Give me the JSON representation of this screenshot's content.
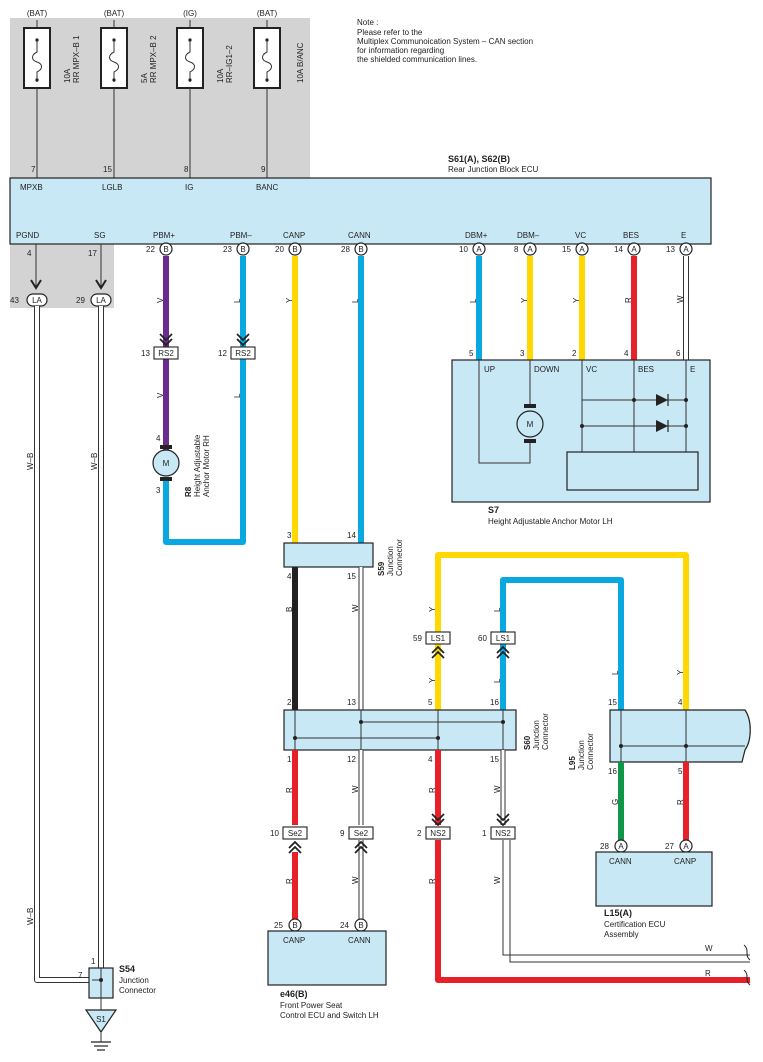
{
  "note": {
    "title": "Note :",
    "lines": [
      "Please refer to the",
      "Multiplex Communoication System – CAN section",
      "for information regarding",
      "the shielded communication lines."
    ]
  },
  "fuses": [
    {
      "supply": "(BAT)",
      "amp": "10A",
      "name": "RR MPX–B 1",
      "pin": "7",
      "terminal": "MPXB"
    },
    {
      "supply": "(BAT)",
      "amp": "5A",
      "name": "RR MPX–B 2",
      "pin": "15",
      "terminal": "LGLB"
    },
    {
      "supply": "(IG)",
      "amp": "10A",
      "name": "RR–IG1–2",
      "pin": "8",
      "terminal": "IG"
    },
    {
      "supply": "(BAT)",
      "amp": "10A B/ANC",
      "name": "",
      "pin": "9",
      "terminal": "BANC"
    }
  ],
  "ecu": {
    "id": "S61(A), S62(B)",
    "name": "Rear Junction Block ECU",
    "bottom_terminals": [
      {
        "label": "PGND",
        "pin": "4",
        "tag": ""
      },
      {
        "label": "SG",
        "pin": "17",
        "tag": ""
      },
      {
        "label": "PBM+",
        "pin": "22",
        "tag": "B"
      },
      {
        "label": "PBM–",
        "pin": "23",
        "tag": "B"
      },
      {
        "label": "CANP",
        "pin": "20",
        "tag": "B"
      },
      {
        "label": "CANN",
        "pin": "28",
        "tag": "B"
      },
      {
        "label": "DBM+",
        "pin": "10",
        "tag": "A"
      },
      {
        "label": "DBM–",
        "pin": "8",
        "tag": "A"
      },
      {
        "label": "VC",
        "pin": "15",
        "tag": "A"
      },
      {
        "label": "BES",
        "pin": "14",
        "tag": "A"
      },
      {
        "label": "E",
        "pin": "13",
        "tag": "A"
      }
    ]
  },
  "la_pins": [
    {
      "pin": "43",
      "tag": "LA"
    },
    {
      "pin": "29",
      "tag": "LA"
    }
  ],
  "wire_colors": {
    "purple": "#6b2a8f",
    "blue": "#0aa8e0",
    "yellow": "#ffd800",
    "red": "#e8202a",
    "black": "#222222",
    "white": "#ffffff",
    "green": "#109648",
    "gray": "#d3d3d3"
  },
  "wire_labels": {
    "wb": "W–B",
    "v": "V",
    "l": "L",
    "y": "Y",
    "r": "R",
    "w": "W",
    "b": "B",
    "g": "G"
  },
  "rs2": {
    "tag": "RS2",
    "pins": [
      "13",
      "12"
    ]
  },
  "r8": {
    "id": "R8",
    "name1": "Height Adjustable",
    "name2": "Anchor Motor RH",
    "pin_top": "4",
    "pin_bot": "3",
    "motor": "M"
  },
  "s7": {
    "id": "S7",
    "name": "Height Adjustable Anchor Motor LH",
    "terminals": [
      {
        "label": "UP",
        "pin": "5"
      },
      {
        "label": "DOWN",
        "pin": "3"
      },
      {
        "label": "VC",
        "pin": "2"
      },
      {
        "label": "BES",
        "pin": "4"
      },
      {
        "label": "E",
        "pin": "6"
      }
    ],
    "motor": "M"
  },
  "s59": {
    "id": "S59",
    "name1": "Junction",
    "name2": "Connector",
    "pins_top": [
      "3",
      "14"
    ],
    "pins_bot": [
      "4",
      "15"
    ]
  },
  "ls1": {
    "tag": "LS1",
    "pins": [
      "59",
      "60"
    ]
  },
  "s60": {
    "id": "S60",
    "name1": "Junction",
    "name2": "Connector",
    "pins_top": [
      "2",
      "13",
      "5",
      "16"
    ],
    "pins_bot": [
      "1",
      "12",
      "4",
      "15"
    ]
  },
  "l95": {
    "id": "L95",
    "name1": "Junction",
    "name2": "Connector",
    "pins_top": [
      "15",
      "4"
    ],
    "pins_bot": [
      "16",
      "5"
    ]
  },
  "se2": {
    "tag": "Se2",
    "pins": [
      "10",
      "9"
    ]
  },
  "ns2": {
    "tag": "NS2",
    "pins": [
      "2",
      "1"
    ]
  },
  "e46": {
    "id": "e46(B)",
    "name1": "Front Power Seat",
    "name2": "Control ECU and Switch LH",
    "terminals": [
      {
        "label": "CANP",
        "pin": "25",
        "tag": "B"
      },
      {
        "label": "CANN",
        "pin": "24",
        "tag": "B"
      }
    ]
  },
  "l15": {
    "id": "L15(A)",
    "name1": "Certification ECU",
    "name2": "Assembly",
    "terminals": [
      {
        "label": "CANN",
        "pin": "28",
        "tag": "A"
      },
      {
        "label": "CANP",
        "pin": "27",
        "tag": "A"
      }
    ]
  },
  "s54": {
    "id": "S54",
    "name1": "Junction",
    "name2": "Connector",
    "pin_top": "1",
    "pin_left": "7"
  },
  "ground": {
    "id": "S1"
  }
}
